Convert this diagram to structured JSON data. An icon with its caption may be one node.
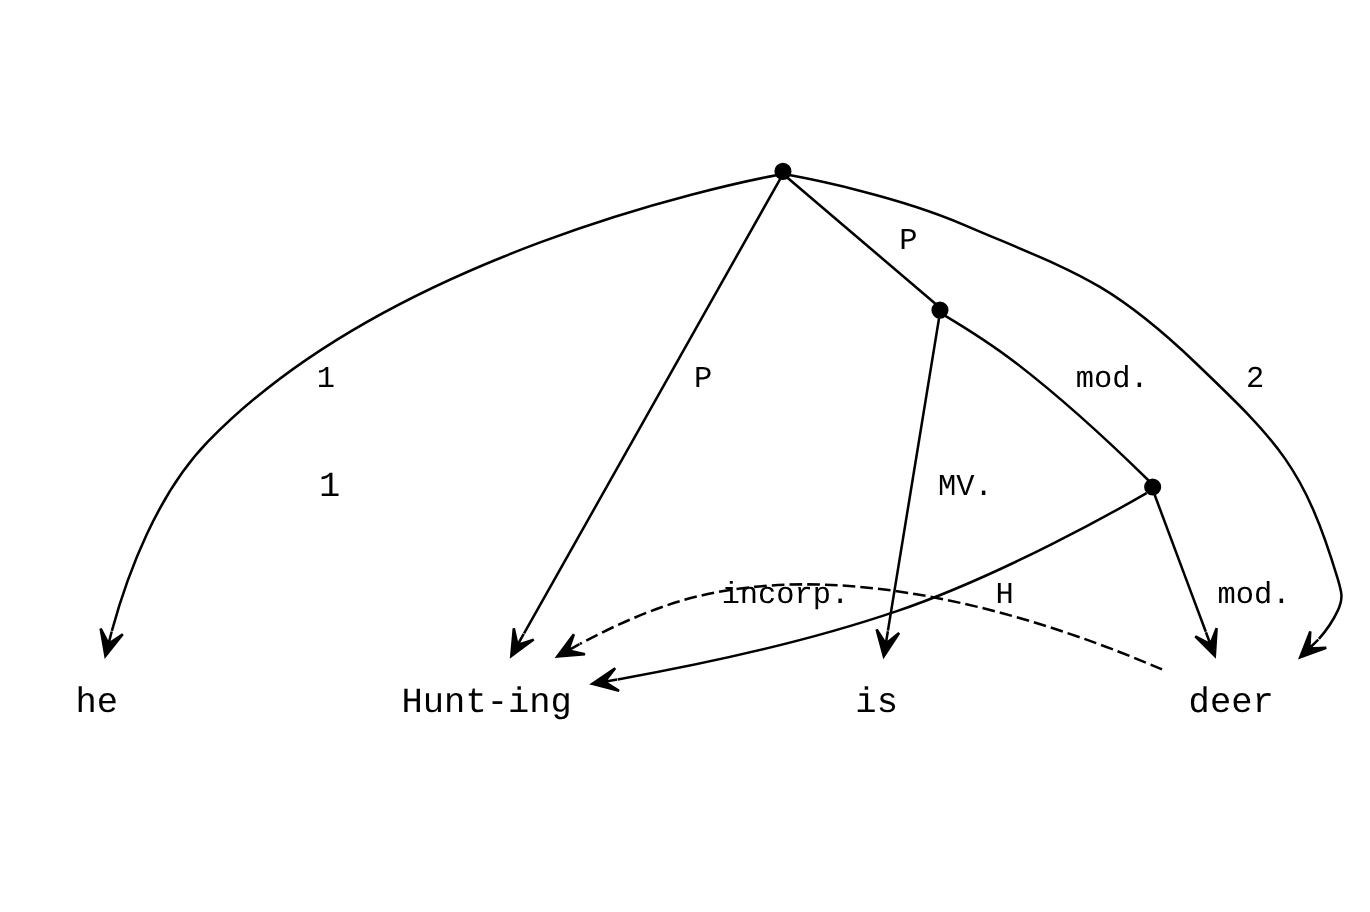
{
  "diagram": {
    "nodes": [
      {
        "text": [],
        "shape": "point"
      },
      {
        "text": [],
        "shape": "point"
      },
      {
        "text": [],
        "shape": "point"
      },
      {
        "text": [
          "he"
        ]
      },
      {
        "text": [
          "Hunt-ing"
        ]
      },
      {
        "text": [
          "is"
        ]
      },
      {
        "text": [
          "deer"
        ]
      }
    ],
    "edges": [
      {
        "from": 0,
        "to": 3,
        "arrow": "to",
        "label": "1"
      },
      {
        "from": 0,
        "to": 4,
        "arrow": "to",
        "label": "P"
      },
      {
        "from": 0,
        "to": 1,
        "arrow": "none",
        "label": "P"
      },
      {
        "from": 0,
        "to": 6,
        "arrow": "to",
        "label": "2"
      },
      {
        "from": 1,
        "to": 5,
        "arrow": "to",
        "label": "MV."
      },
      {
        "from": 1,
        "to": 2,
        "arrow": "none",
        "label": "mod."
      },
      {
        "from": 2,
        "to": 4,
        "arrow": "to",
        "label": "H"
      },
      {
        "from": 2,
        "to": 6,
        "arrow": "to",
        "label": "mod."
      },
      {
        "from": 6,
        "to": 4,
        "arrow": "to",
        "label": "incorp.",
        "style": "dashed"
      }
    ],
    "labels": [
      "1"
    ]
  }
}
